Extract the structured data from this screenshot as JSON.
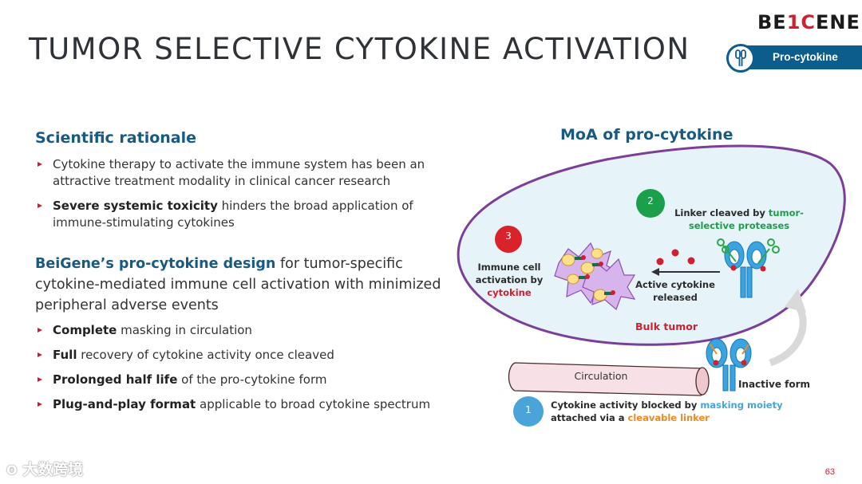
{
  "title": "TUMOR SELECTIVE CYTOKINE ACTIVATION",
  "logo": {
    "text_a": "BE",
    "text_b": "1C",
    "text_c": "ENE"
  },
  "tag": {
    "label": "Pro-cytokine"
  },
  "rationale": {
    "heading": "Scientific rationale",
    "b1": "Cytokine therapy to activate the immune system has been an attractive treatment modality in clinical cancer research",
    "b2_bold": "Severe systemic toxicity",
    "b2_rest": " hinders the broad application of immune-stimulating cytokines"
  },
  "design": {
    "bold": "BeiGene’s pro-cytokine design",
    "rest": " for tumor-specific cytokine-mediated immune cell activation with minimized peripheral adverse events",
    "items": [
      {
        "bold": "Complete",
        "rest": " masking in circulation"
      },
      {
        "bold": "Full",
        "rest": " recovery of cytokine activity once cleaved"
      },
      {
        "bold": "Prolonged half life",
        "rest": " of the pro-cytokine form"
      },
      {
        "bold": "Plug-and-play format",
        "rest": " applicable to broad cytokine spectrum"
      }
    ]
  },
  "moa": {
    "heading": "MoA of pro-cytokine",
    "step1": "1",
    "step2": "2",
    "step3": "3",
    "linker_a": "Linker cleaved by ",
    "linker_b": "tumor-selective proteases",
    "active": "Active cytokine released",
    "immune_a": "Immune cell activation by",
    "immune_b": "cytokine",
    "bulk": "Bulk tumor",
    "circulation": "Circulation",
    "inactive": "Inactive form",
    "blocked_a": "Cytokine activity blocked by ",
    "blocked_b": "masking moiety",
    "blocked_c": "attached via a ",
    "blocked_d": "cleavable linker"
  },
  "watermark": "大数跨境",
  "page_number": "63",
  "colors": {
    "brand_blue": "#185a82",
    "accent_red": "#c8202f",
    "green": "#1aa04a",
    "orange": "#f08a24",
    "light_blue": "#4aa3d9"
  }
}
